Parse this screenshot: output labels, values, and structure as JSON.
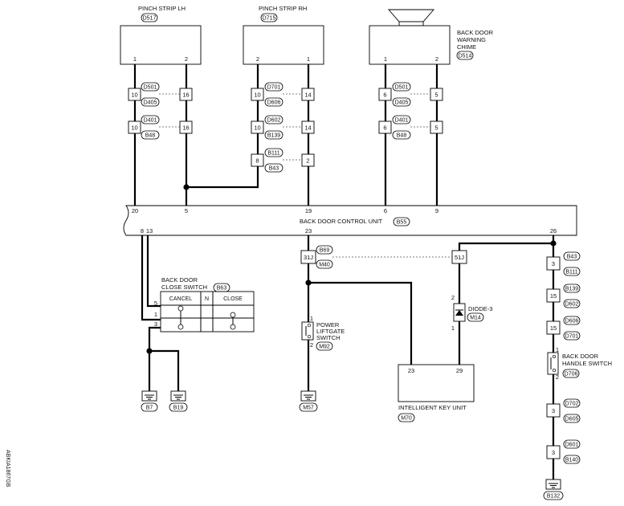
{
  "components": {
    "pinch_lh": {
      "name": "PINCH STRIP LH",
      "code": "D517",
      "pin_a": "1",
      "pin_b": "2"
    },
    "pinch_rh": {
      "name": "PINCH STRIP RH",
      "code": "D715",
      "pin_a": "2",
      "pin_b": "1"
    },
    "chime": {
      "name_lines": [
        "BACK DOOR",
        "WARNING",
        "CHIME"
      ],
      "code": "D514",
      "pin_a": "1",
      "pin_b": "2"
    },
    "bdcu": {
      "name": "BACK DOOR CONTROL UNIT",
      "code": "B55",
      "pins": {
        "p20": "20",
        "p5": "5",
        "p19": "19",
        "p6": "6",
        "p9": "9",
        "p8": "8",
        "p13": "13",
        "p23": "23",
        "p26": "26"
      }
    },
    "close_switch": {
      "name_lines": [
        "BACK DOOR",
        "CLOSE SWITCH"
      ],
      "code": "B63",
      "headers": [
        "CANCEL",
        "N",
        "CLOSE"
      ],
      "pins": [
        "5",
        "1",
        "3"
      ]
    },
    "liftgate_switch": {
      "name_lines": [
        "POWER",
        "LIFTGATE",
        "SWITCH"
      ],
      "code": "M92",
      "pin_top": "1",
      "pin_bottom": "2"
    },
    "diode": {
      "name": "DIODE-3",
      "code": "M14",
      "pin_top": "2",
      "pin_bottom": "1"
    },
    "iku": {
      "name": "INTELLIGENT KEY UNIT",
      "code": "M70",
      "pin_a": "23",
      "pin_b": "29"
    },
    "handle_switch": {
      "name_lines": [
        "BACK DOOR",
        "HANDLE SWITCH"
      ],
      "code": "D706",
      "pin_top": "1",
      "pin_bottom": "2"
    }
  },
  "connectors": {
    "lh_row1": {
      "left": "10",
      "right": "16",
      "code_top": "D501",
      "code_bottom": "D405"
    },
    "lh_row2": {
      "left": "10",
      "right": "16",
      "code_top": "D401",
      "code_bottom": "B48"
    },
    "rh_row1": {
      "left": "10",
      "right": "14",
      "code_top": "D701",
      "code_bottom": "D606"
    },
    "rh_row2": {
      "left": "10",
      "right": "14",
      "code_top": "D602",
      "code_bottom": "B139"
    },
    "rh_row3": {
      "left": "8",
      "right": "2",
      "code_top": "B111",
      "code_bottom": "B43"
    },
    "ch_row1": {
      "left": "6",
      "right": "5",
      "code_top": "D501",
      "code_bottom": "D405"
    },
    "ch_row2": {
      "left": "6",
      "right": "5",
      "code_top": "D401",
      "code_bottom": "B48"
    },
    "m_row": {
      "left": "31J",
      "right": "51J",
      "code_top": "B69",
      "code_bottom": "M40"
    },
    "right_chain": [
      {
        "pin": "3",
        "code_top": "B43",
        "code_bottom": "B111"
      },
      {
        "pin": "15",
        "code_top": "B139",
        "code_bottom": "D602"
      },
      {
        "pin": "15",
        "code_top": "D606",
        "code_bottom": "D701"
      },
      {
        "pin": "3",
        "code_top": "D702",
        "code_bottom": "D605"
      },
      {
        "pin": "3",
        "code_top": "D601",
        "code_bottom": "B140"
      }
    ]
  },
  "grounds": [
    "B7",
    "B19",
    "M57",
    "B132"
  ],
  "side_code": "ABKIA1867GB"
}
